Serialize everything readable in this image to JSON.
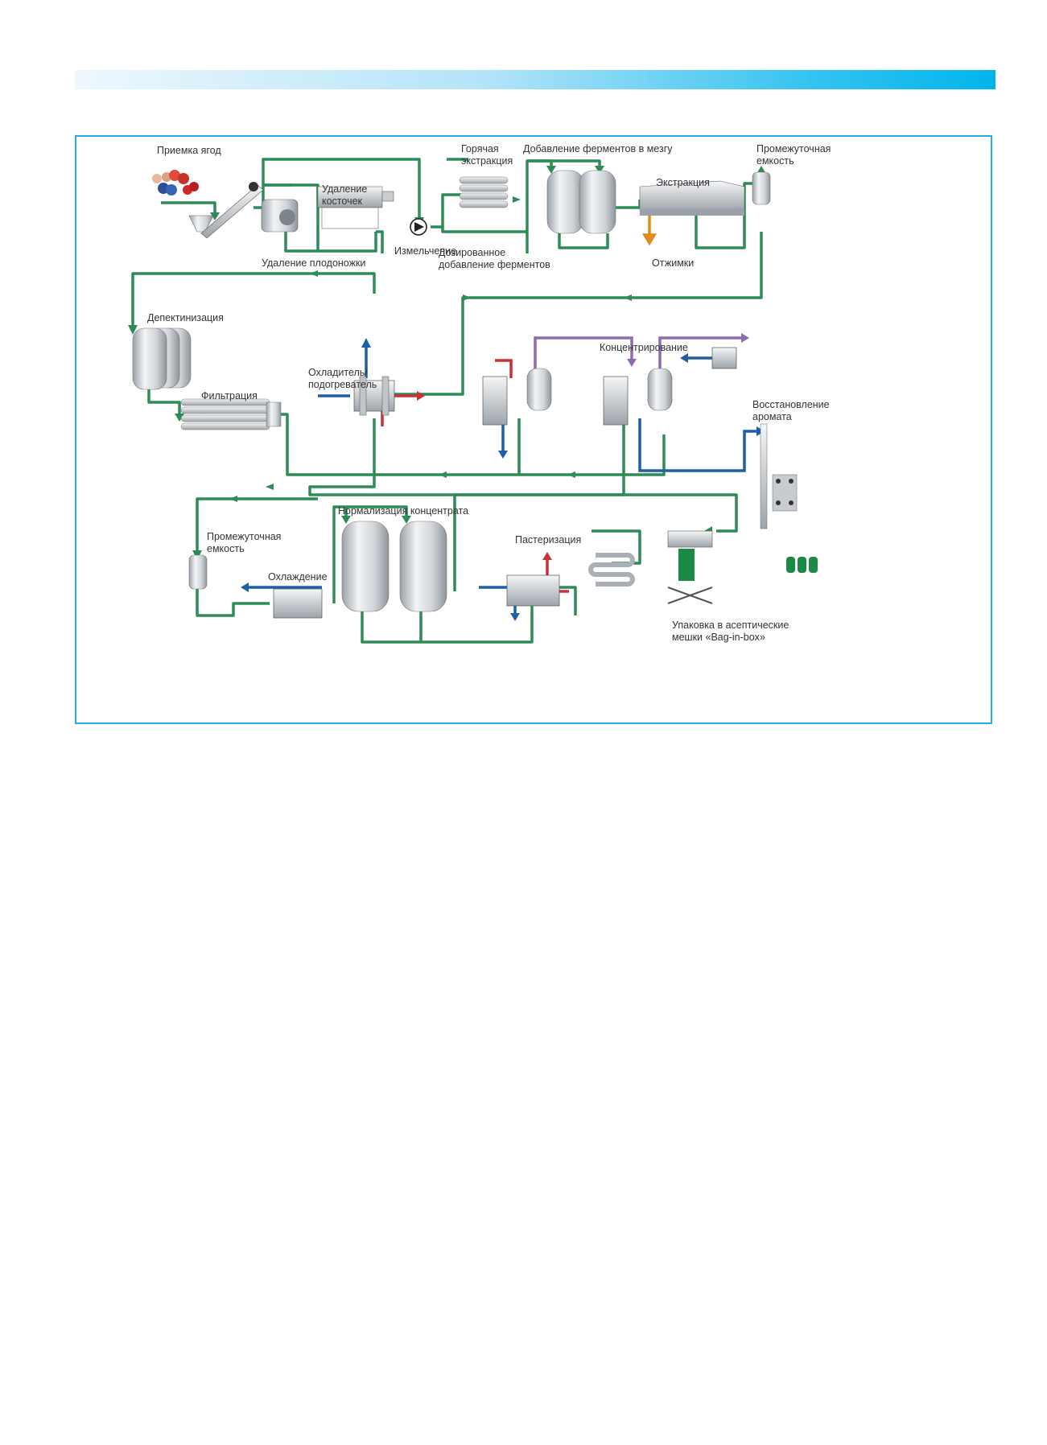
{
  "labels": {
    "berry_receiving": "Приемка ягод",
    "hot_extraction": "Горячая\nэкстракция",
    "enzyme_mash": "Добавление ферментов в мезгу",
    "intermediate_tank_top": "Промежуточная\nемкость",
    "pit_removal": "Удаление\nкосточек",
    "extraction": "Экстракция",
    "crushing": "Измельчение",
    "stem_removal": "Удаление плодоножки",
    "dosed_enzymes": "Дозированное\nдобавление ферментов",
    "pomace": "Отжимки",
    "depectinization": "Депектинизация",
    "filtration": "Фильтрация",
    "cooler_heater": "Охладитель/\nподогреватель",
    "concentration": "Концентрирование",
    "aroma_recovery": "Восстановление\nаромата",
    "concentrate_normalization": "Нормализация концентрата",
    "intermediate_tank_bottom": "Промежуточная\nемкость",
    "cooling": "Охлаждение",
    "pasteurization": "Пастеризация",
    "aseptic_packaging": "Упаковка в асептические\nмешки «Bag-in-box»"
  },
  "colors": {
    "product_line": "#2e8b57",
    "cooling_water": "#1f5fa8",
    "heating_medium": "#c8303a",
    "vapor": "#8e6bb0",
    "pomace_out": "#e08a1e",
    "frame_border": "#29abe2",
    "equipment_grey": "#c8ccd0"
  }
}
